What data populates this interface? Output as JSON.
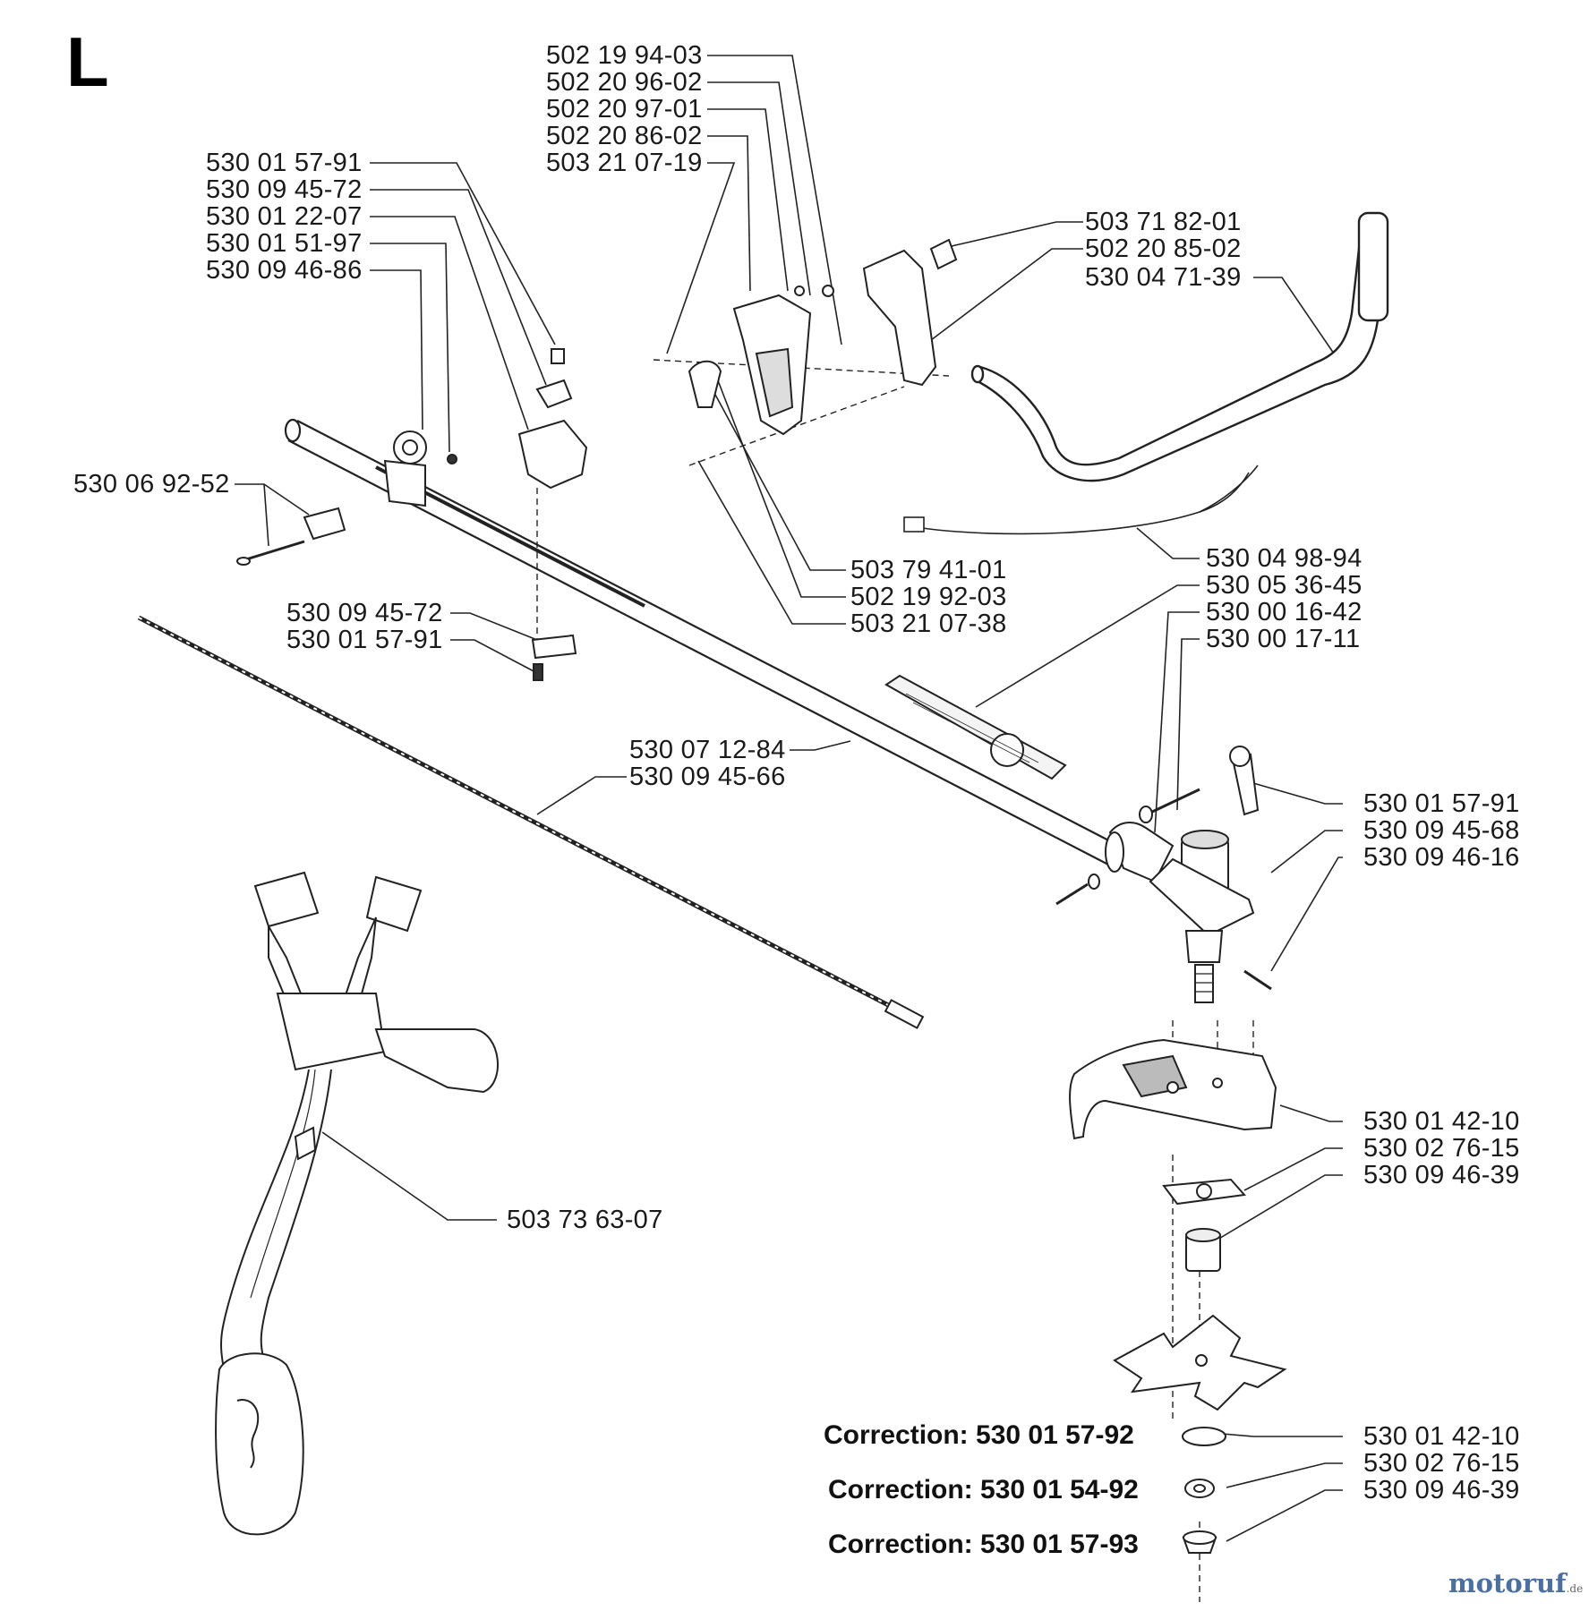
{
  "section_letter": "L",
  "watermark": {
    "brand": "motoruf",
    "tld": ".de"
  },
  "labels": {
    "p_502_19_94_03": "502 19 94-03",
    "p_502_20_96_02": "502 20 96-02",
    "p_502_20_97_01": "502 20 97-01",
    "p_502_20_86_02": "502 20 86-02",
    "p_503_21_07_19": "503 21 07-19",
    "p_530_01_57_91_a": "530 01 57-91",
    "p_530_09_45_72_a": "530 09 45-72",
    "p_530_01_22_07": "530 01 22-07",
    "p_530_01_51_97": "530 01 51-97",
    "p_530_09_46_86": "530 09 46-86",
    "p_503_71_82_01": "503 71 82-01",
    "p_502_20_85_02": "502 20 85-02",
    "p_530_04_71_39": "530 04 71-39",
    "p_530_06_92_52": "530 06 92-52",
    "p_503_79_41_01": "503 79 41-01",
    "p_502_19_92_03": "502 19 92-03",
    "p_503_21_07_38": "503 21 07-38",
    "p_530_04_98_94": "530 04 98-94",
    "p_530_05_36_45": "530 05 36-45",
    "p_530_00_16_42": "530 00 16-42",
    "p_530_00_17_11": "530 00 17-11",
    "p_530_09_45_72_b": "530 09 45-72",
    "p_530_01_57_91_b": "530 01 57-91",
    "p_530_07_12_84": "530 07 12-84",
    "p_530_09_45_66": "530 09 45-66",
    "p_530_01_57_91_c": "530 01 57-91",
    "p_530_09_45_68": "530 09 45-68",
    "p_530_09_46_16": "530 09 46-16",
    "p_530_01_42_10_a": "530 01 42-10",
    "p_530_02_76_15_a": "530 02 76-15",
    "p_530_09_46_39_a": "530 09 46-39",
    "p_503_73_63_07": "503 73 63-07",
    "p_530_01_42_10_b": "530 01 42-10",
    "p_530_02_76_15_b": "530 02 76-15",
    "p_530_09_46_39_b": "530 09 46-39"
  },
  "corrections": {
    "c1": "Correction: 530 01 57-92",
    "c2": "Correction: 530 01 54-92",
    "c3": "Correction: 530 01 57-93"
  }
}
